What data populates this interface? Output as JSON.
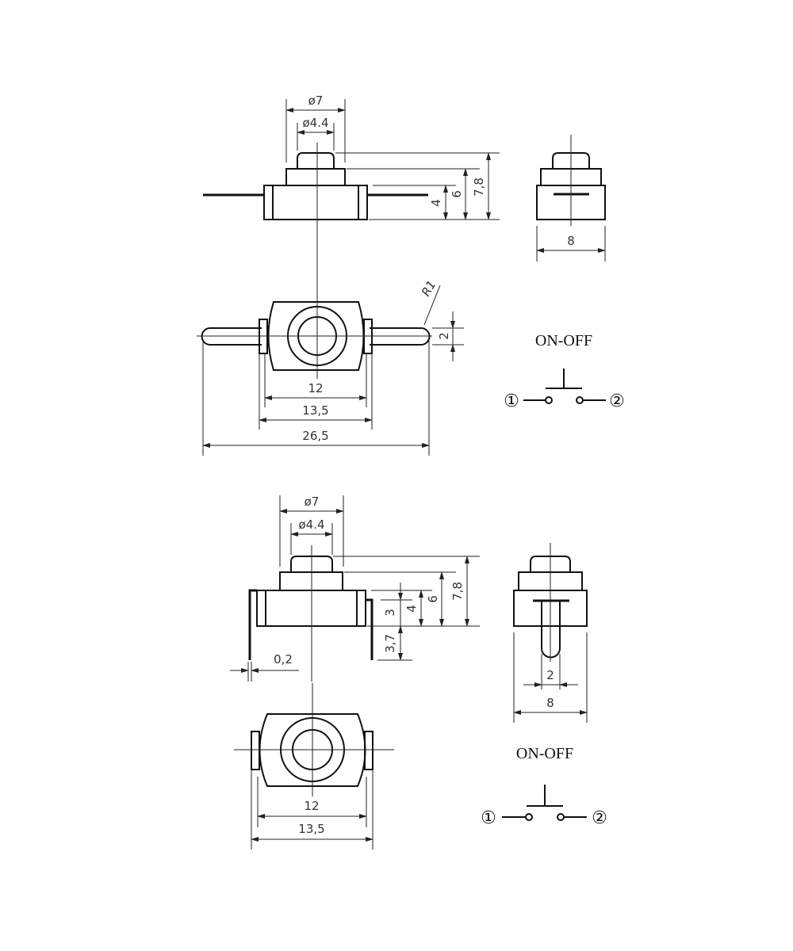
{
  "drawing": {
    "variant_a": {
      "front_view": {
        "dims": {
          "outer_diameter": "ø7",
          "inner_diameter": "ø4.4",
          "h_total": "7,8",
          "h_mid": "6",
          "h_body": "4"
        }
      },
      "side_view": {
        "dims": {
          "width": "8"
        }
      },
      "top_view": {
        "dims": {
          "radius": "R1",
          "lead_width": "2",
          "body_w": "12",
          "flange_w": "13,5",
          "overall_w": "26,5"
        }
      },
      "schematic": {
        "title": "ON-OFF",
        "terminal_1": "①",
        "terminal_2": "②"
      }
    },
    "variant_b": {
      "front_view": {
        "dims": {
          "outer_diameter": "ø7",
          "inner_diameter": "ø4.4",
          "h_total": "7,8",
          "h_mid": "6",
          "h_body": "4",
          "h_3": "3",
          "pin_len": "3,7",
          "pin_thk": "0,2"
        }
      },
      "side_view": {
        "dims": {
          "pin_width": "2",
          "width": "8"
        }
      },
      "top_view": {
        "dims": {
          "body_w": "12",
          "flange_w": "13,5"
        }
      },
      "schematic": {
        "title": "ON-OFF",
        "terminal_1": "①",
        "terminal_2": "②"
      }
    }
  }
}
